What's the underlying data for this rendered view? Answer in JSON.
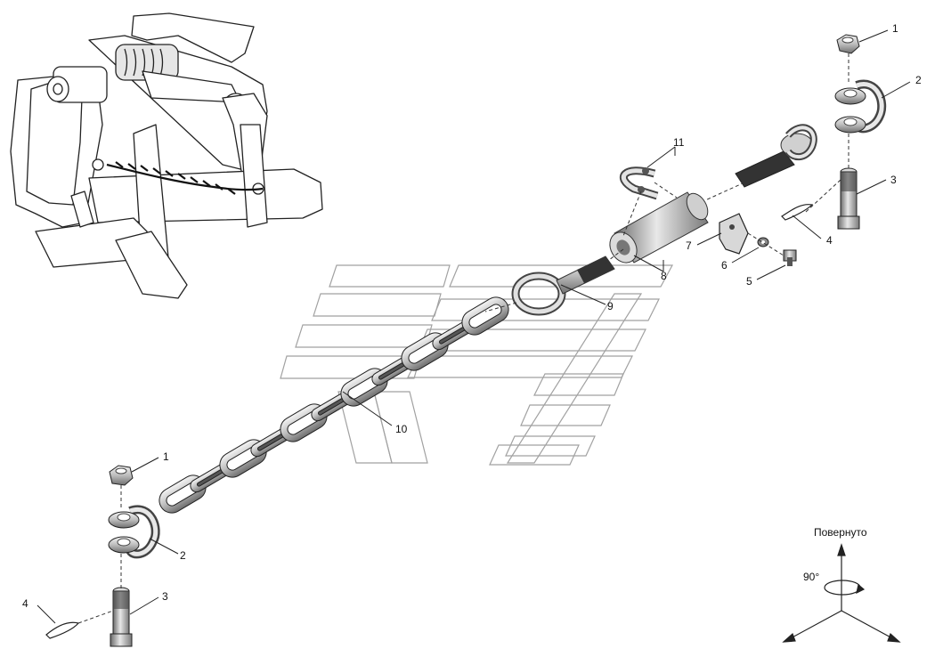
{
  "diagram": {
    "callouts": {
      "c1_right": "1",
      "c2_right": "2",
      "c3_right": "3",
      "c4_right": "4",
      "c5": "5",
      "c6": "6",
      "c7": "7",
      "c8": "8",
      "c9": "9",
      "c10": "10",
      "c11": "11",
      "c1_left": "1",
      "c2_left": "2",
      "c3_left": "3",
      "c4_left": "4"
    },
    "rotation": {
      "label": "Повернуто",
      "angle": "90°"
    }
  }
}
